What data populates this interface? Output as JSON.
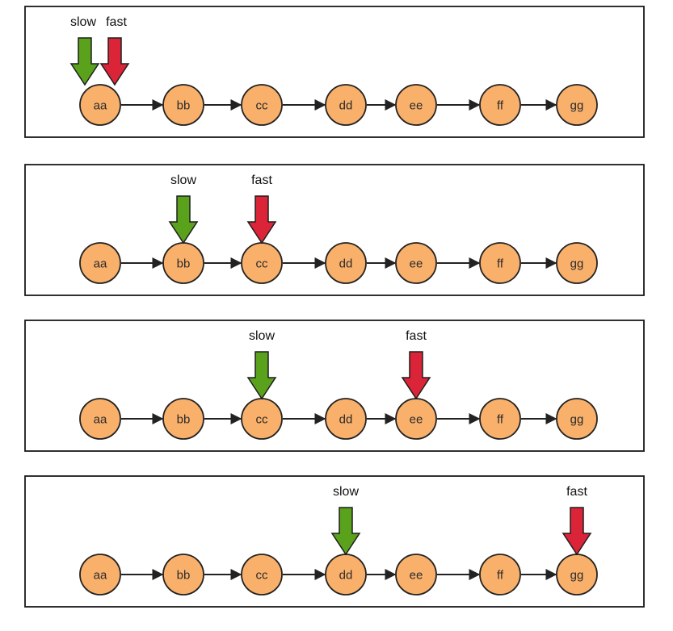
{
  "nodes": [
    "aa",
    "bb",
    "cc",
    "dd",
    "ee",
    "ff",
    "gg"
  ],
  "pointers": {
    "slow": {
      "label": "slow",
      "color": "#5aa11c"
    },
    "fast": {
      "label": "fast",
      "color": "#dc2438"
    }
  },
  "steps": [
    {
      "slow": 0,
      "fast": 0
    },
    {
      "slow": 1,
      "fast": 2
    },
    {
      "slow": 2,
      "fast": 4
    },
    {
      "slow": 3,
      "fast": 6
    }
  ],
  "colors": {
    "node_fill": "#f9b06b",
    "node_stroke": "#222222",
    "edge": "#222222",
    "panel_border": "#1a1a1a"
  }
}
